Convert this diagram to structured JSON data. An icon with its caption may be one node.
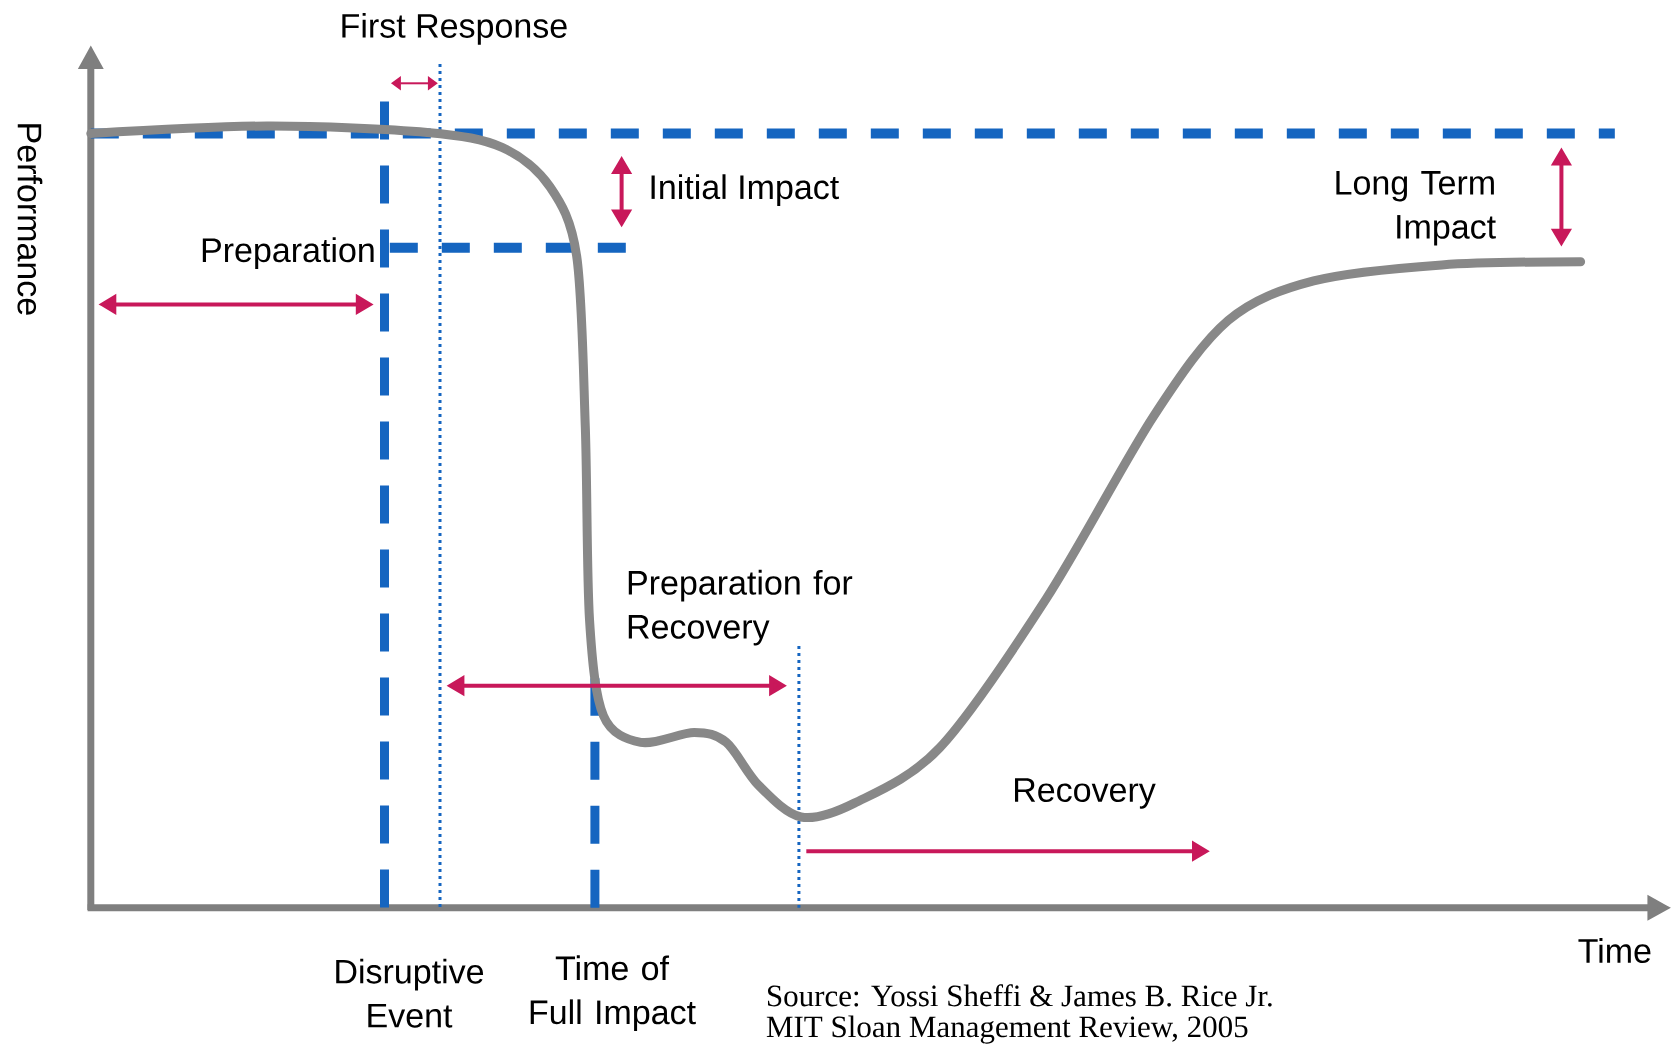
{
  "diagram": {
    "labels": [
      "First Response",
      "Performance",
      "Initial Impact",
      "Long Term Impact",
      "Preparation",
      "Preparation for Recovery",
      "Recovery",
      "Time",
      "Disruptive Event",
      "Time of Full Impact",
      "Source:  Yossi Sheffi & James B. Rice Jr.",
      "MIT Sloan Management Review, 2005"
    ]
  }
}
